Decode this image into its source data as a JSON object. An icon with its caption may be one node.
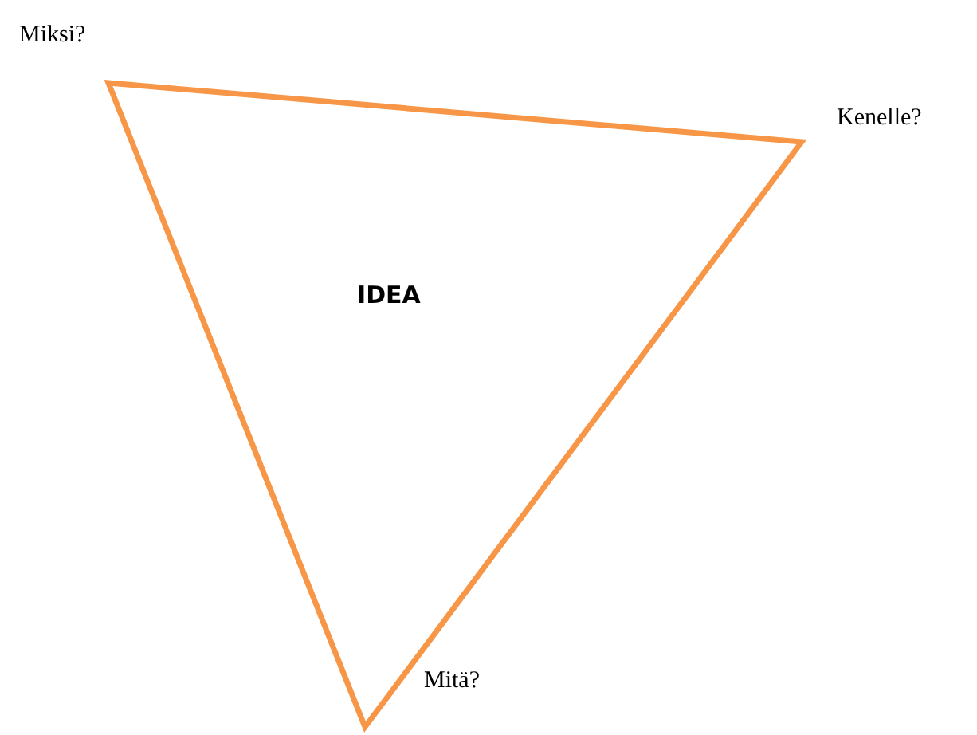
{
  "diagram": {
    "nodes": [
      {
        "text": [
          "IDEA"
        ]
      }
    ],
    "labels": [
      "Miksi?",
      "Kenelle?",
      "Mitä?"
    ]
  }
}
